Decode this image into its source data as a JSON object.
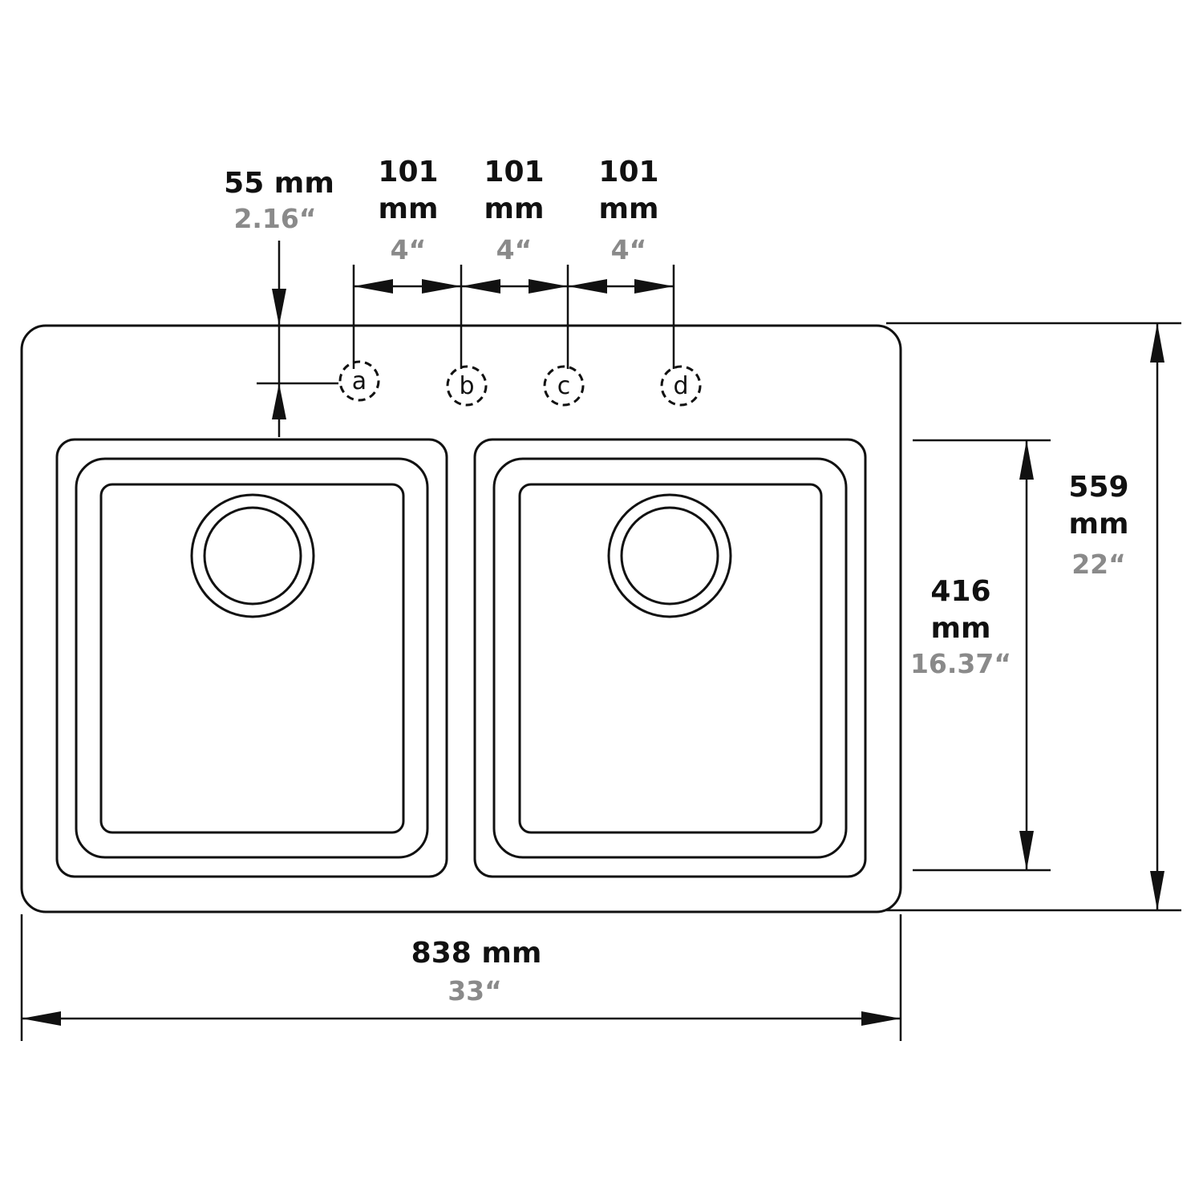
{
  "dimensions": {
    "deck_offset": {
      "mm": "55 mm",
      "inch": "2.16“"
    },
    "spacing_ab": {
      "mm_line1": "101",
      "mm_line2": "mm",
      "inch": "4“"
    },
    "spacing_bc": {
      "mm_line1": "101",
      "mm_line2": "mm",
      "inch": "4“"
    },
    "spacing_cd": {
      "mm_line1": "101",
      "mm_line2": "mm",
      "inch": "4“"
    },
    "bowl_depth": {
      "mm_line1": "416",
      "mm_line2": "mm",
      "inch": "16.37“"
    },
    "overall_depth": {
      "mm_line1": "559",
      "mm_line2": "mm",
      "inch": "22“"
    },
    "overall_width": {
      "mm": "838 mm",
      "inch": "33“"
    }
  },
  "faucet_holes": [
    "a",
    "b",
    "c",
    "d"
  ],
  "colors": {
    "line": "#111111",
    "imperial_text": "#8a8a8a"
  }
}
